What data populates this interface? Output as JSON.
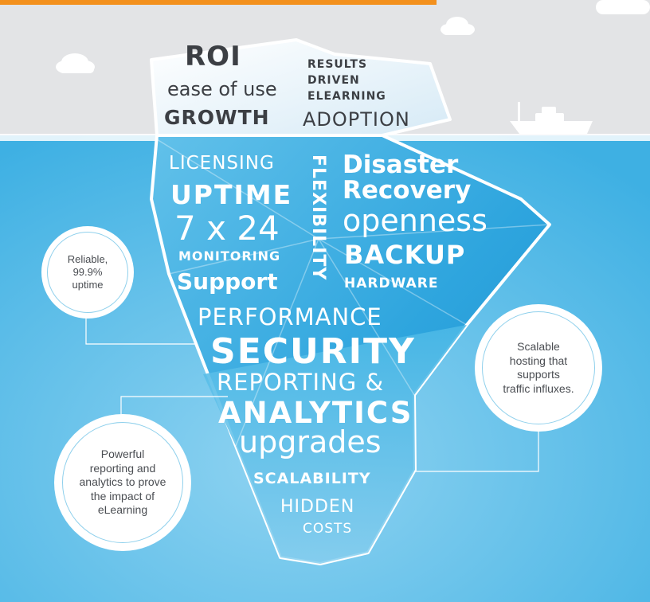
{
  "colors": {
    "sky": "#e3e4e6",
    "sea": "#4fb8e6",
    "accent_bar": "#f3901d",
    "text_dark": "#3c3f44",
    "text_white": "#ffffff",
    "callout_ring": "#8fd0ec"
  },
  "above_water": {
    "roi": "ROI",
    "ease_of_use": "ease of use",
    "growth": "GROWTH",
    "results_driven_1": "RESULTS",
    "results_driven_2": "DRIVEN",
    "results_driven_3": "ELEARNING",
    "adoption": "ADOPTION"
  },
  "below_water": {
    "licensing": "LICENSING",
    "uptime": "UPTIME",
    "seven_by_24": "7 x 24",
    "monitoring": "MONITORING",
    "support": "Support",
    "flexibility": "FLEXIBILITY",
    "disaster": "Disaster",
    "recovery": "Recovery",
    "openness": "openness",
    "backup": "BACKUP",
    "hardware": "HARDWARE",
    "performance": "PERFORMANCE",
    "security": "SECURITY",
    "reporting": "REPORTING &",
    "analytics": "ANALYTICS",
    "upgrades": "upgrades",
    "scalability": "SCALABILITY",
    "hidden": "HIDDEN",
    "costs": "COSTS"
  },
  "callouts": {
    "uptime": [
      "Reliable,",
      "99.9%",
      "uptime"
    ],
    "scalable": [
      "Scalable",
      "hosting that",
      "supports",
      "traffic influxes."
    ],
    "reporting": [
      "Powerful",
      "reporting and",
      "analytics to prove",
      "the impact of",
      "eLearning"
    ]
  },
  "icons": {
    "cloud": "cloud-icon",
    "boat": "boat-icon"
  }
}
